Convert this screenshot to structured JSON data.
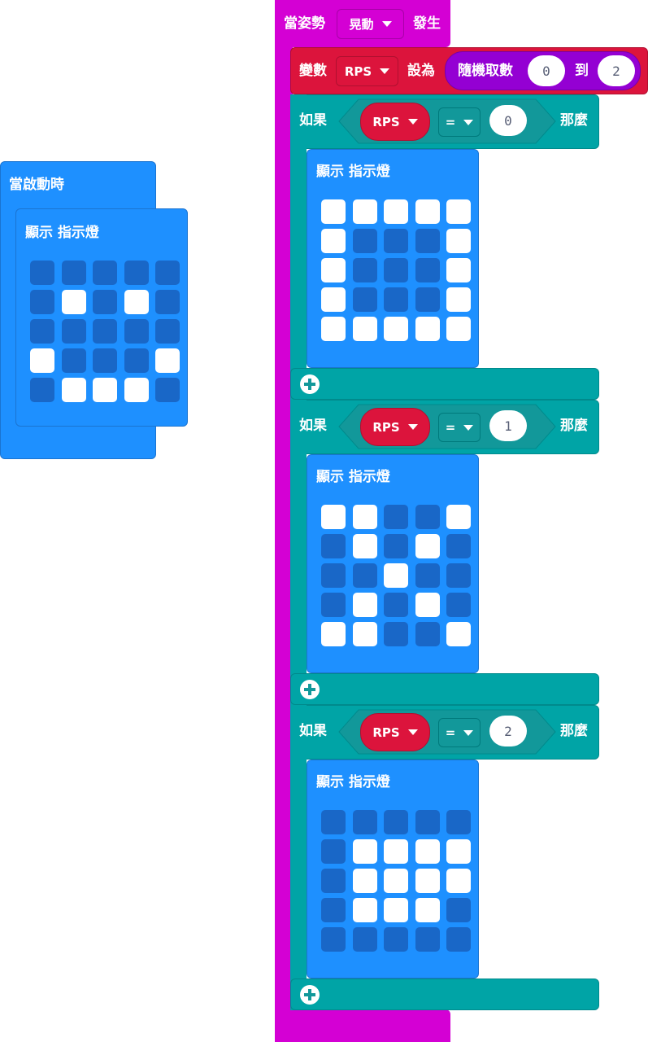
{
  "on_start": {
    "hat_label": "當啟動時",
    "show_leds_label": "顯示 指示燈",
    "leds": [
      [
        0,
        0,
        0,
        0,
        0
      ],
      [
        0,
        1,
        0,
        1,
        0
      ],
      [
        0,
        0,
        0,
        0,
        0
      ],
      [
        1,
        0,
        0,
        0,
        1
      ],
      [
        0,
        1,
        1,
        1,
        0
      ]
    ]
  },
  "on_gesture": {
    "prefix": "當姿勢",
    "gesture_value": "晃動",
    "suffix": "發生"
  },
  "set_variable": {
    "label": "變數",
    "variable": "RPS",
    "set_to": "設為",
    "random_label": "隨機取數",
    "from": "0",
    "to_label": "到",
    "to": "2"
  },
  "if_blocks": [
    {
      "if_label": "如果",
      "variable": "RPS",
      "operator": "=",
      "value": "0",
      "then_label": "那麼",
      "show_leds_label": "顯示 指示燈",
      "leds": [
        [
          1,
          1,
          1,
          1,
          1
        ],
        [
          1,
          0,
          0,
          0,
          1
        ],
        [
          1,
          0,
          0,
          0,
          1
        ],
        [
          1,
          0,
          0,
          0,
          1
        ],
        [
          1,
          1,
          1,
          1,
          1
        ]
      ]
    },
    {
      "if_label": "如果",
      "variable": "RPS",
      "operator": "=",
      "value": "1",
      "then_label": "那麼",
      "show_leds_label": "顯示 指示燈",
      "leds": [
        [
          1,
          1,
          0,
          0,
          1
        ],
        [
          0,
          1,
          0,
          1,
          0
        ],
        [
          0,
          0,
          1,
          0,
          0
        ],
        [
          0,
          1,
          0,
          1,
          0
        ],
        [
          1,
          1,
          0,
          0,
          1
        ]
      ]
    },
    {
      "if_label": "如果",
      "variable": "RPS",
      "operator": "=",
      "value": "2",
      "then_label": "那麼",
      "show_leds_label": "顯示 指示燈",
      "leds": [
        [
          0,
          0,
          0,
          0,
          0
        ],
        [
          0,
          1,
          1,
          1,
          1
        ],
        [
          0,
          1,
          1,
          1,
          1
        ],
        [
          0,
          1,
          1,
          1,
          0
        ],
        [
          0,
          0,
          0,
          0,
          0
        ]
      ]
    }
  ],
  "colors": {
    "basic": "#1e90ff",
    "basic_dark": "#1967c7",
    "input": "#d400d4",
    "variables": "#dc143c",
    "math": "#9400d3",
    "logic": "#00a4a6"
  }
}
